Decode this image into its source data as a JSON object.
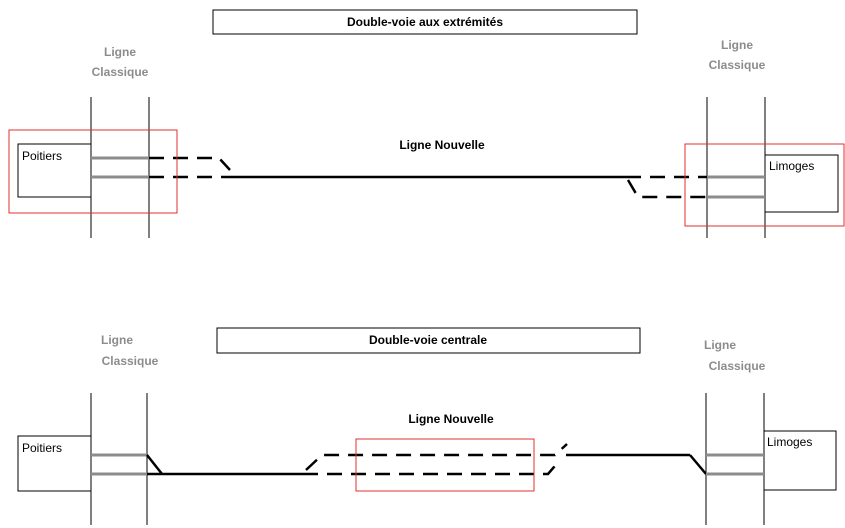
{
  "top": {
    "title": "Double-voie aux extrémités",
    "left_label": [
      "Ligne",
      "Classique"
    ],
    "right_label": [
      "Ligne",
      "Classique"
    ],
    "center_label": "Ligne Nouvelle",
    "left_station": "Poitiers",
    "right_station": "Limoges"
  },
  "bottom": {
    "title": "Double-voie centrale",
    "left_label": [
      "Ligne",
      "Classique"
    ],
    "right_label": [
      "Ligne",
      "Classique"
    ],
    "center_label": "Ligne Nouvelle",
    "left_station": "Poitiers",
    "right_station": "Limoges"
  },
  "colors": {
    "highlight": "#e03030",
    "classic_track": "#8c8c8c",
    "new_track": "#000000"
  }
}
